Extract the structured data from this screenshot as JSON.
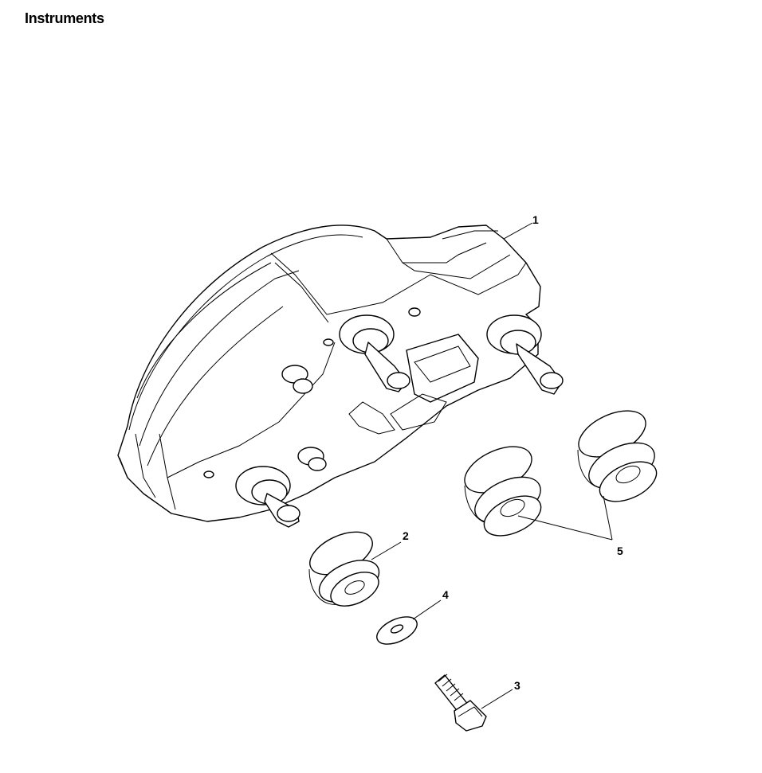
{
  "title": "Instruments",
  "callouts": [
    {
      "id": "1",
      "label": "1"
    },
    {
      "id": "2",
      "label": "2"
    },
    {
      "id": "3",
      "label": "3"
    },
    {
      "id": "4",
      "label": "4"
    },
    {
      "id": "5",
      "label": "5"
    }
  ],
  "colors": {
    "line": "#000000",
    "background": "#ffffff"
  }
}
